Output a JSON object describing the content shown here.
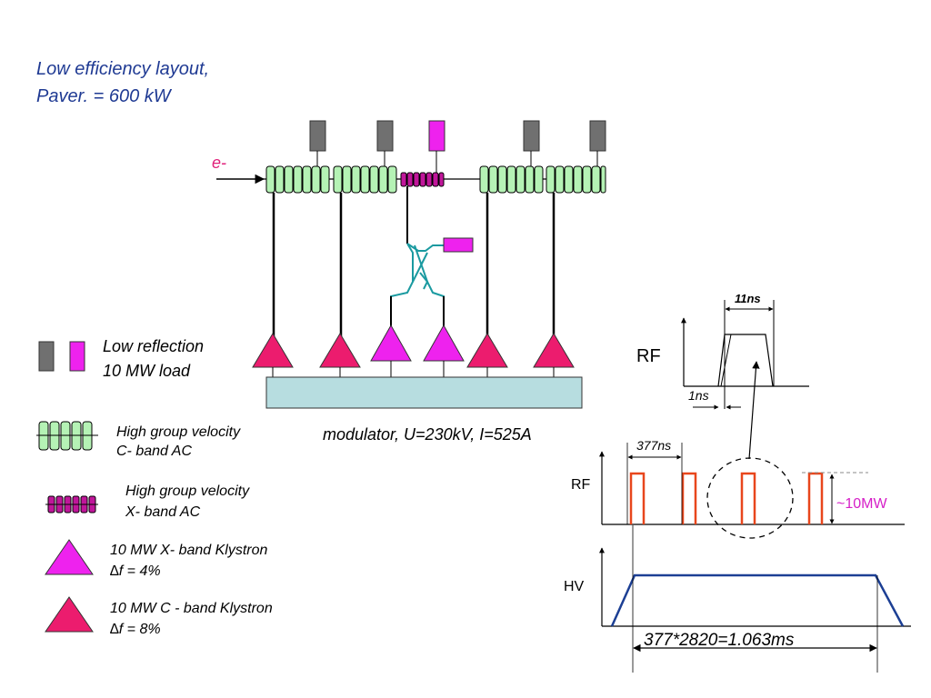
{
  "title": {
    "line1": "Low efficiency layout,",
    "line2": "Paver. = 600 kW"
  },
  "beam_label": "e-",
  "modulator_label": "modulator, U=230kV, I=525A",
  "legend": {
    "load": {
      "line1": "Low reflection",
      "line2": "10 MW load"
    },
    "c_band_ac": {
      "line1": "High group velocity",
      "line2": "C- band AC"
    },
    "x_band_ac": {
      "line1": "High group velocity",
      "line2": "X- band AC"
    },
    "x_klystron": {
      "line1": "10 MW  X- band Klystron",
      "line2": "∆f = 4%"
    },
    "c_klystron": {
      "line1": "10 MW C - band Klystron",
      "line2": "∆f = 8%"
    }
  },
  "pulse_detail": {
    "rf_label": "RF",
    "width_label": "11ns",
    "rise_label": "1ns"
  },
  "rf_train": {
    "rf_label": "RF",
    "spacing_label": "377ns",
    "power_label": "~10MW"
  },
  "hv_pulse": {
    "hv_label": "HV",
    "length_label": "377*2820=1.063ms"
  },
  "colors": {
    "title": "#1f3a93",
    "c_band": "#b5f2b5",
    "x_band": "#c0169a",
    "load_grey": "#707070",
    "load_magenta": "#ee22ee",
    "klystron_c": "#ec1c6e",
    "klystron_x": "#ee22ee",
    "modulator": "#b7dde0",
    "rf_pulse": "#e8461c",
    "hv_line": "#1c3f94",
    "power_label": "#d620c8"
  }
}
